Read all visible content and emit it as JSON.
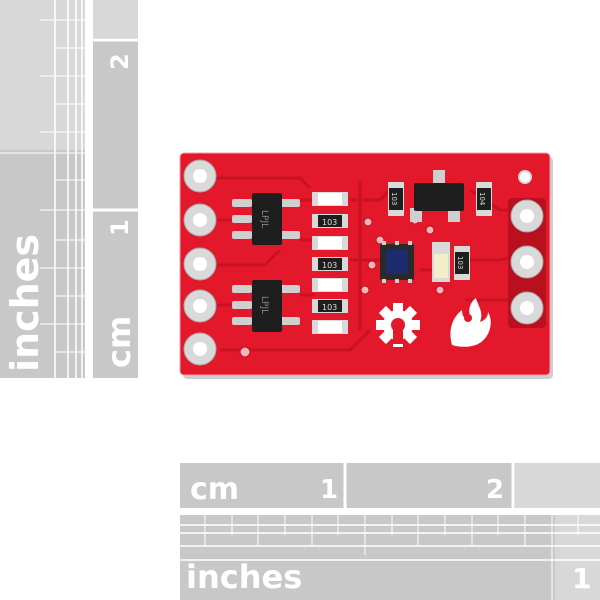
{
  "scene": {
    "description_colors": {
      "background": "#ffffff",
      "ruler_gray": "#c8c8c8",
      "ruler_gray_light": "#dcdcdc",
      "ruler_text": "#ffffff",
      "pcb_red": "#e3182b",
      "pcb_dark_red": "#b8101f",
      "pad_silver": "#d9d9d9",
      "ic_black": "#1e1e1e",
      "sensor_blue": "#1c2a6e"
    },
    "icons": [
      "open-hardware-gear-icon",
      "sparkfun-flame-icon"
    ]
  },
  "vertical_ruler": {
    "units_label": "inches",
    "cm_label": "cm",
    "cm_numbers": [
      "1",
      "2"
    ]
  },
  "horizontal_ruler": {
    "cm_label": "cm",
    "cm_numbers": [
      "1",
      "2"
    ],
    "units_label": "inches",
    "inch_number": "1"
  },
  "board": {
    "ic_labels": [
      "LPJL",
      "LPJL"
    ],
    "resistor_codes": [
      "103",
      "103",
      "103"
    ],
    "top_resistor_codes": [
      "103",
      "104"
    ],
    "right_resistor_code": "103"
  }
}
